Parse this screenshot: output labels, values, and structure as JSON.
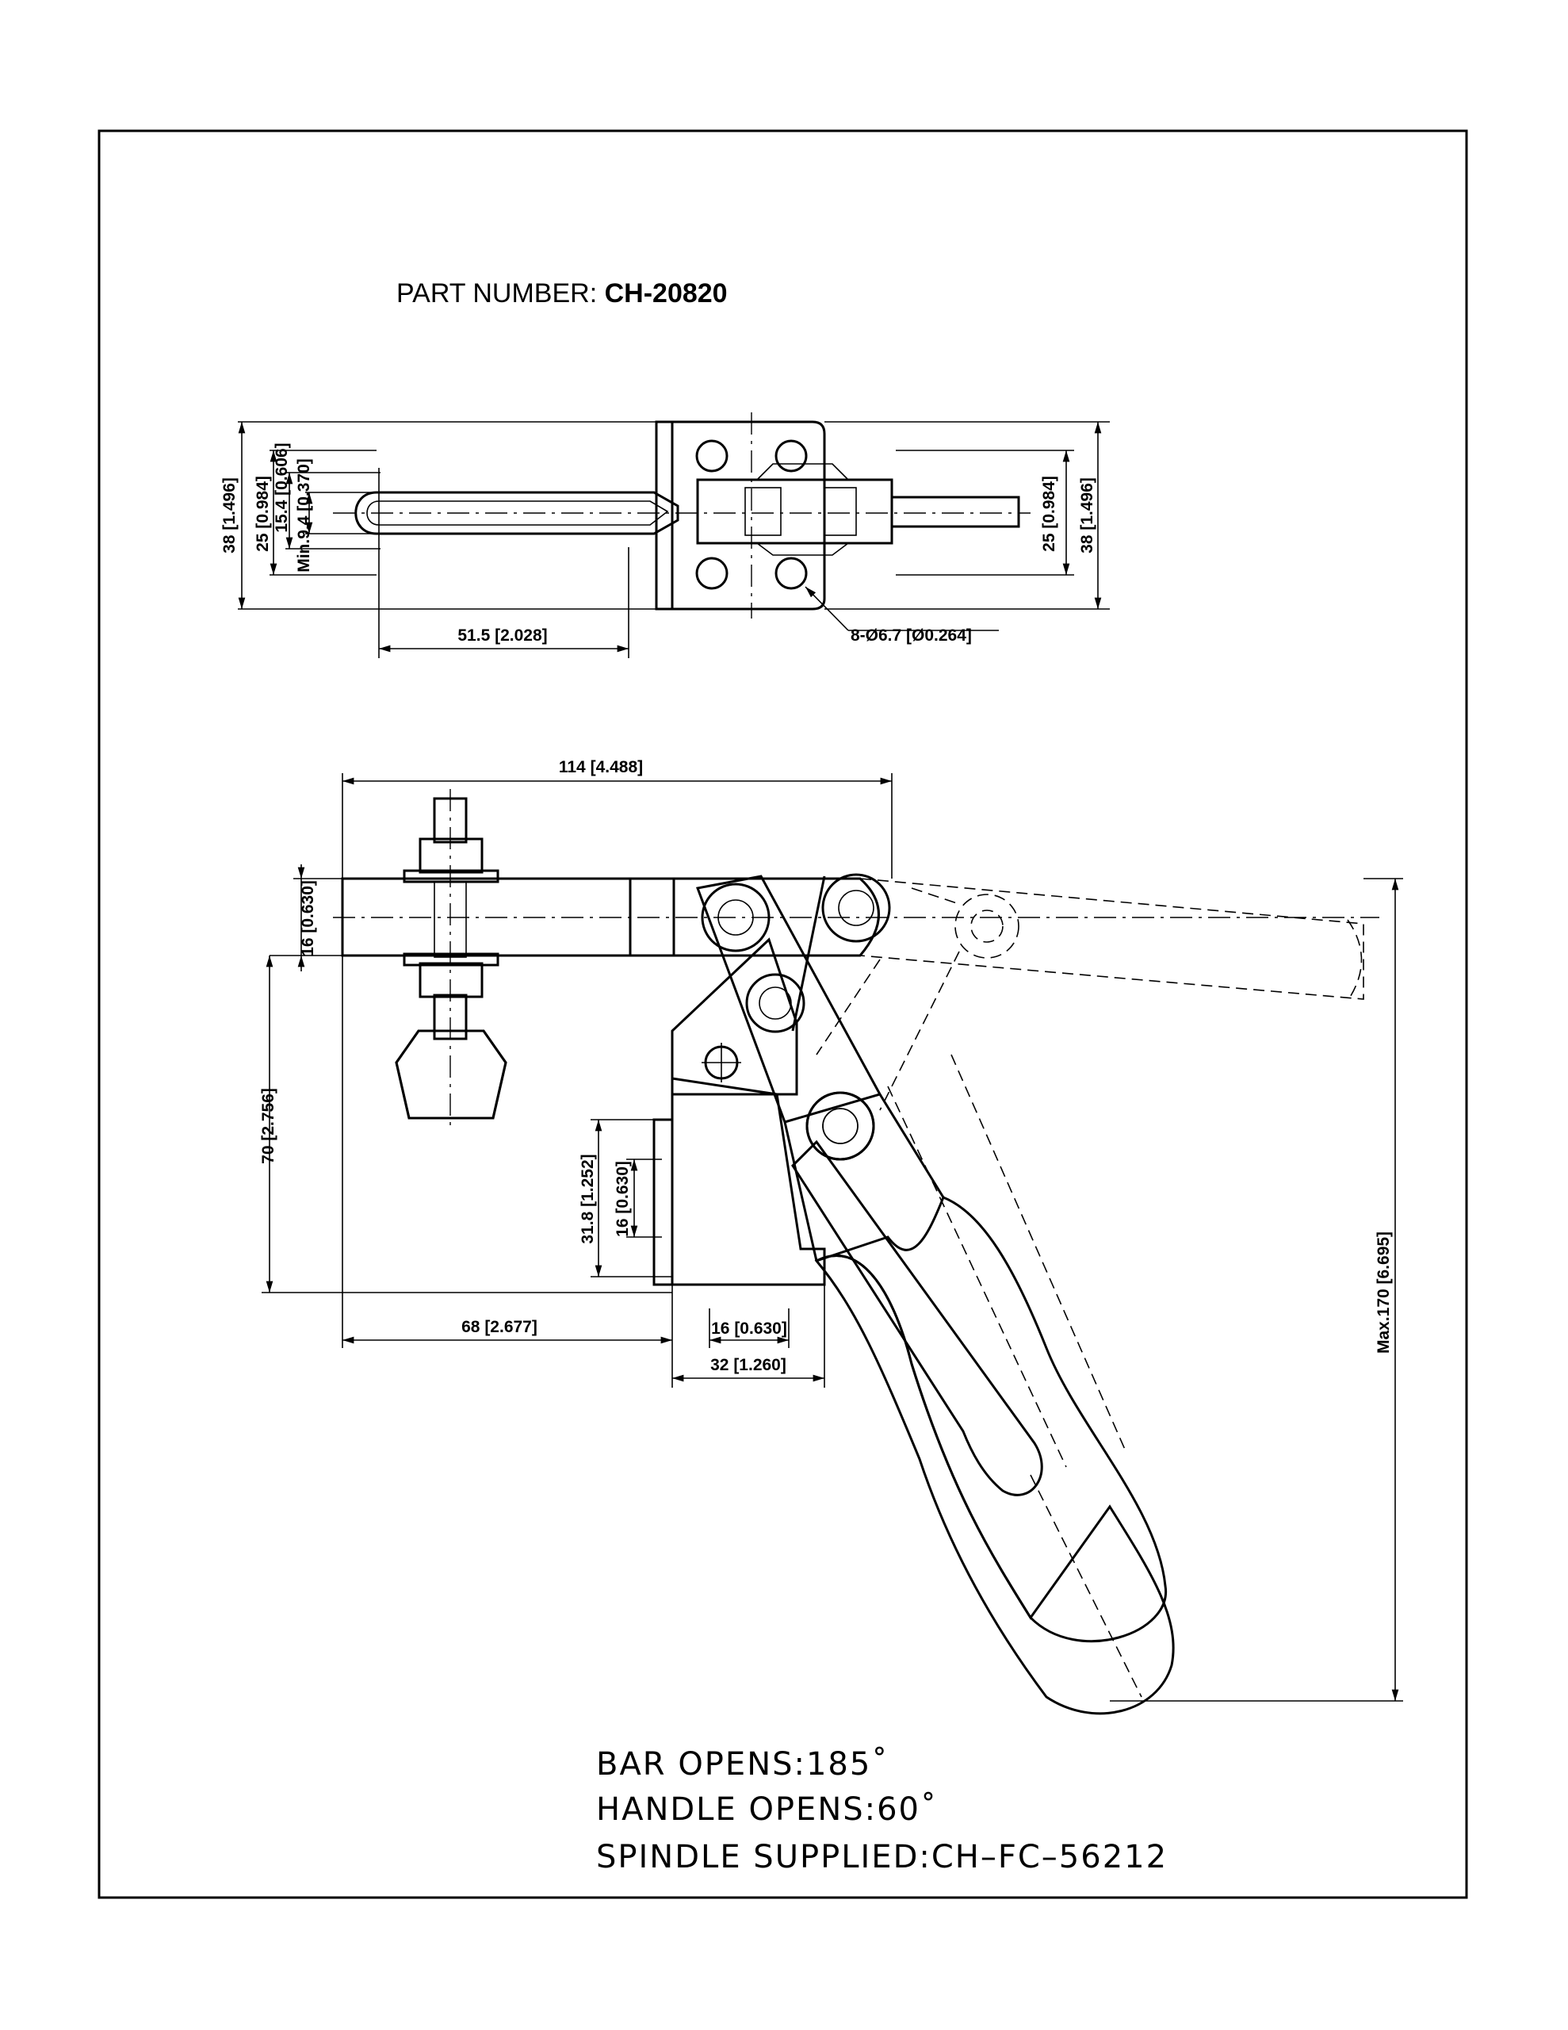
{
  "title": {
    "label": "PART NUMBER: ",
    "value": "CH-20820"
  },
  "top_view": {
    "dims": {
      "overall_height": "38 [1.496]",
      "bar_width": "25 [0.984]",
      "inner_width": "15.4 [0.606]",
      "min_width": "Min.9.4 [0.370]",
      "length": "51.5 [2.028]",
      "holes": "8-Ø6.7 [Ø0.264]",
      "right_width": "25 [0.984]",
      "right_height": "38 [1.496]"
    }
  },
  "side_view": {
    "dims": {
      "bar_length": "114 [4.488]",
      "bar_thickness": "16 [0.630]",
      "height": "70 [2.756]",
      "base_height": "31.8 [1.252]",
      "base_inner": "16 [0.630]",
      "offset": "68 [2.677]",
      "base_inner_width": "16 [0.630]",
      "base_width": "32 [1.260]",
      "max_height": "Max.170 [6.695]"
    }
  },
  "notes": [
    "BAR  OPENS:185˚",
    "HANDLE  OPENS:60˚",
    "SPINDLE  SUPPLIED:CH–FC–56212"
  ]
}
